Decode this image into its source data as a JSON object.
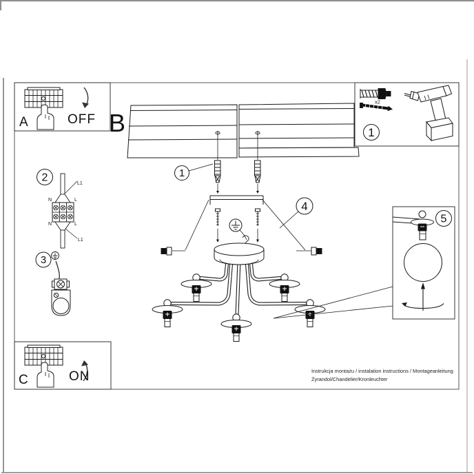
{
  "document": {
    "footer_line1": "Instrukcja montażu / instalation instructions / Montageanleitung",
    "footer_line2": "Żyrandol/Chandelier/Kronleuchter"
  },
  "steps": {
    "a_label": "A",
    "a_state": "OFF",
    "b_label": "B",
    "c_label": "C",
    "c_state": "ON"
  },
  "callouts": {
    "parts_box": "1",
    "dowel": "1",
    "wiring": "2",
    "ground": "3",
    "canopy": "4",
    "bulb_detail": "5"
  },
  "parts_box": {
    "quantity": "x2"
  },
  "wiring_labels": {
    "l1_top": "L1",
    "n_top": "N",
    "l_top": "L",
    "n_bottom": "N",
    "l_bottom": "L",
    "l1_bottom": "L1"
  },
  "colors": {
    "ink": "#1a1a1a",
    "paper": "#ffffff",
    "page_edge": "#8f8f8f"
  }
}
